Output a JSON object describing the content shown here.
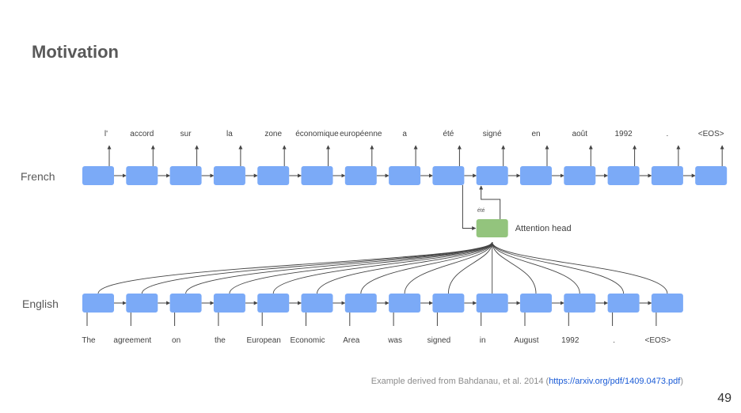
{
  "slide": {
    "title": "Motivation",
    "page_number": "49"
  },
  "french": {
    "label": "French",
    "words": [
      "l'",
      "accord",
      "sur",
      "la",
      "zone",
      "économique",
      "européenne",
      "a",
      "été",
      "signé",
      "en",
      "août",
      "1992",
      ".",
      "<EOS>"
    ]
  },
  "english": {
    "label": "English",
    "words": [
      "The",
      "agreement",
      "on",
      "the",
      "European",
      "Economic",
      "Area",
      "was",
      "signed",
      "in",
      "August",
      "1992",
      ".",
      "<EOS>"
    ]
  },
  "attention": {
    "label": "Attention head",
    "feedback_label": "été"
  },
  "citation": {
    "prefix": "Example derived from Bahdanau, et al. 2014 (",
    "link": "https://arxiv.org/pdf/1409.0473.pdf",
    "suffix": ")"
  },
  "colors": {
    "cell": "#7baaf7",
    "attention_cell": "#93c47d",
    "line": "#444444"
  }
}
